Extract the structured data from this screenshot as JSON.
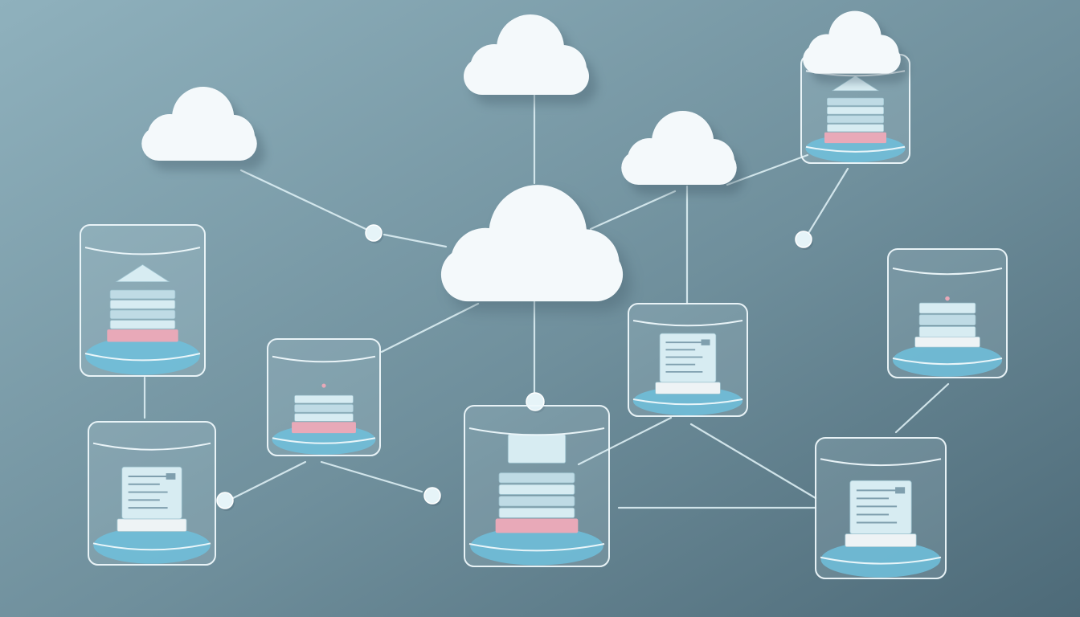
{
  "palette": {
    "bg_light": "#8fb1bd",
    "bg_mid": "#6f8f9c",
    "bg_dark": "#4d6a78",
    "line": "#dceef3",
    "cloud": "#f4f9fb",
    "cloud_shadow": "#3f5966",
    "box_edge": "#eef8fb",
    "box_floor": "#6fc0dc",
    "server_light": "#d7ecf2",
    "server_mid": "#bfdbe5",
    "server_pink": "#e8a9b8",
    "server_white": "#eef3f5",
    "node": "#e6f4f8"
  },
  "clouds": [
    {
      "id": "cloud-top"
    },
    {
      "id": "cloud-left"
    },
    {
      "id": "cloud-center"
    },
    {
      "id": "cloud-right"
    },
    {
      "id": "cloud-topright"
    }
  ],
  "boxes": [
    {
      "id": "box-left-upper",
      "server": "stack-pink"
    },
    {
      "id": "box-left-lower",
      "server": "document"
    },
    {
      "id": "box-center-left",
      "server": "stack-small"
    },
    {
      "id": "box-center",
      "server": "stack-large"
    },
    {
      "id": "box-center-right",
      "server": "document"
    },
    {
      "id": "box-right-lower",
      "server": "document"
    },
    {
      "id": "box-right-middle",
      "server": "tower"
    },
    {
      "id": "box-topright",
      "server": "stack-pink"
    }
  ],
  "nodes": [
    {
      "id": "node-1"
    },
    {
      "id": "node-2"
    },
    {
      "id": "node-3"
    },
    {
      "id": "node-4"
    },
    {
      "id": "node-5"
    },
    {
      "id": "node-6"
    }
  ],
  "connectors": 18
}
